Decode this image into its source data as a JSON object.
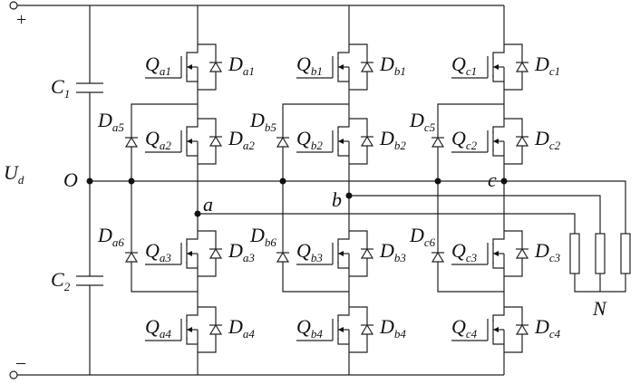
{
  "terminals": {
    "plus": "+",
    "minus": "–",
    "dc_voltage": {
      "main": "U",
      "sub": "d"
    }
  },
  "capacitors": [
    {
      "main": "C",
      "sub": "1"
    },
    {
      "main": "C",
      "sub": "2"
    }
  ],
  "nodes": {
    "neutral": "O",
    "phase_a": "a",
    "phase_b": "b",
    "phase_c": "c",
    "load_neutral": "N"
  },
  "clamp_diodes": [
    {
      "main": "D",
      "sub": "a5"
    },
    {
      "main": "D",
      "sub": "a6"
    },
    {
      "main": "D",
      "sub": "b5"
    },
    {
      "main": "D",
      "sub": "b6"
    },
    {
      "main": "D",
      "sub": "c5"
    },
    {
      "main": "D",
      "sub": "c6"
    }
  ],
  "legs": [
    {
      "switches": [
        {
          "q": {
            "main": "Q",
            "sub": "a1"
          },
          "d": {
            "main": "D",
            "sub": "a1"
          }
        },
        {
          "q": {
            "main": "Q",
            "sub": "a2"
          },
          "d": {
            "main": "D",
            "sub": "a2"
          }
        },
        {
          "q": {
            "main": "Q",
            "sub": "a3"
          },
          "d": {
            "main": "D",
            "sub": "a3"
          }
        },
        {
          "q": {
            "main": "Q",
            "sub": "a4"
          },
          "d": {
            "main": "D",
            "sub": "a4"
          }
        }
      ]
    },
    {
      "switches": [
        {
          "q": {
            "main": "Q",
            "sub": "b1"
          },
          "d": {
            "main": "D",
            "sub": "b1"
          }
        },
        {
          "q": {
            "main": "Q",
            "sub": "b2"
          },
          "d": {
            "main": "D",
            "sub": "b2"
          }
        },
        {
          "q": {
            "main": "Q",
            "sub": "b3"
          },
          "d": {
            "main": "D",
            "sub": "b3"
          }
        },
        {
          "q": {
            "main": "Q",
            "sub": "b4"
          },
          "d": {
            "main": "D",
            "sub": "b4"
          }
        }
      ]
    },
    {
      "switches": [
        {
          "q": {
            "main": "Q",
            "sub": "c1"
          },
          "d": {
            "main": "D",
            "sub": "c1"
          }
        },
        {
          "q": {
            "main": "Q",
            "sub": "c2"
          },
          "d": {
            "main": "D",
            "sub": "c2"
          }
        },
        {
          "q": {
            "main": "Q",
            "sub": "c3"
          },
          "d": {
            "main": "D",
            "sub": "c3"
          }
        },
        {
          "q": {
            "main": "Q",
            "sub": "c4"
          },
          "d": {
            "main": "D",
            "sub": "c4"
          }
        }
      ]
    }
  ]
}
